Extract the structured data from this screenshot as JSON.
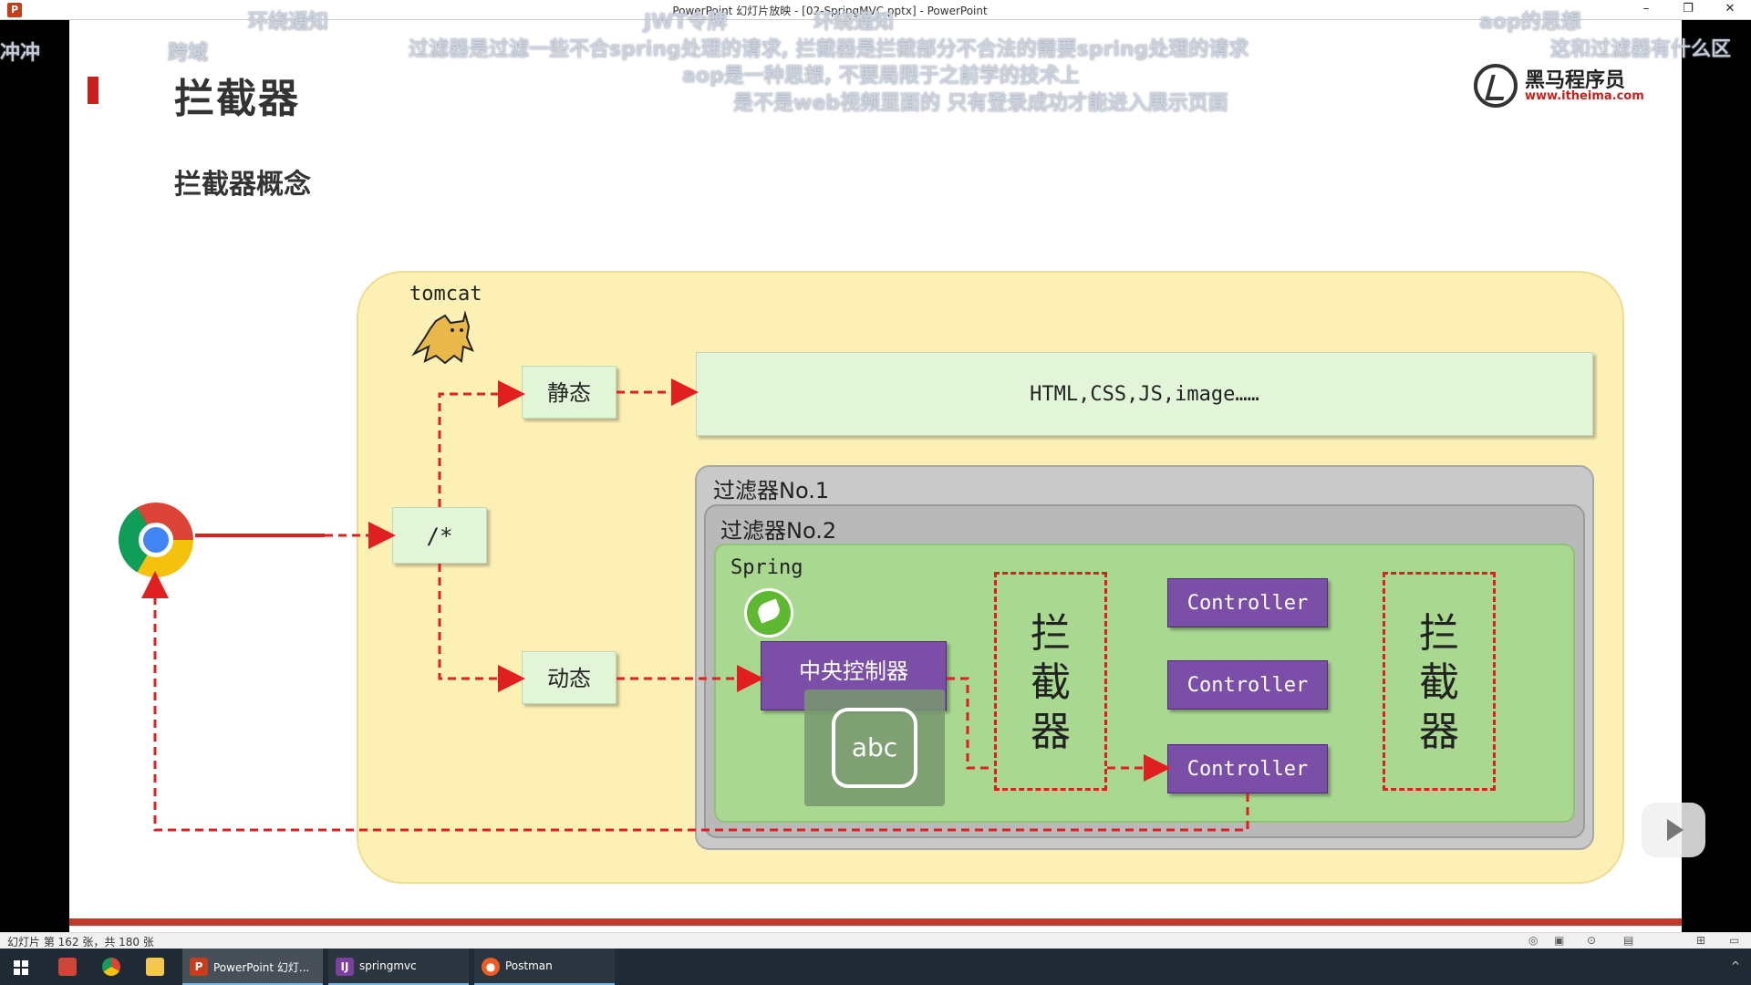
{
  "window": {
    "title": "PowerPoint 幻灯片放映 - [02-SpringMVC.pptx] - PowerPoint",
    "minimize": "–",
    "restore": "❐",
    "close": "✕"
  },
  "slide": {
    "title": "拦截器",
    "subtitle": "拦截器概念",
    "brand_name": "黑马程序员",
    "brand_url": "www.itheima.com"
  },
  "diagram": {
    "tomcat_label": "tomcat",
    "static_label": "静态",
    "dynamic_label": "动态",
    "root_mapping": "/*",
    "static_resources": "HTML,CSS,JS,image……",
    "filter1_label": "过滤器No.1",
    "filter2_label": "过滤器No.2",
    "spring_label": "Spring",
    "dispatcher_label": "中央控制器",
    "controllers": [
      "Controller",
      "Controller",
      "Controller"
    ],
    "interceptor_label": "拦\n截\n器",
    "keyboard_label": "abc"
  },
  "overlay": {
    "danmaku": [
      "环绕通知",
      "冲冲",
      "跨域",
      "JWT令牌",
      "环绕通知",
      "过滤器是过滤一些不合spring处理的请求, 拦截器是拦截部分不合法的需要spring处理的请求",
      "aop是一种思想, 不要局限于之前学的技术上",
      "是不是web视频里面的 只有登录成功才能进入展示页面",
      "aop的思想",
      "这和过滤器有什么区"
    ]
  },
  "statusbar": {
    "slide_info": "幻灯片 第 162 张，共 180 张"
  },
  "taskbar": {
    "apps": [
      {
        "label": "PowerPoint 幻灯...",
        "icon": "P",
        "color": "#c43e1c"
      },
      {
        "label": "springmvc",
        "icon": "IJ",
        "color": "#7b3fa0"
      },
      {
        "label": "Postman",
        "icon": "●",
        "color": "#ef5b25"
      }
    ]
  },
  "colors": {
    "accent_red": "#c8201c",
    "tomcat_bg": "#fdf0b5",
    "spring_green": "#a9d890",
    "controller_purple": "#7b4fa8",
    "arrow_red": "#e02020"
  }
}
